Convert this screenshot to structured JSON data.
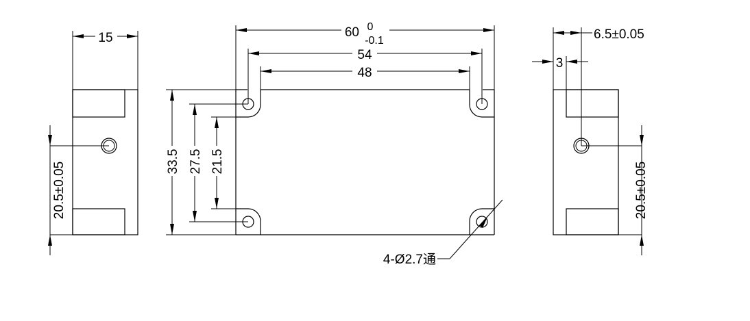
{
  "dimensions": {
    "left_width": "15",
    "left_hole_height": "20.5±0.05",
    "top_overall": "60",
    "top_overall_upper_tol": "0",
    "top_overall_lower_tol": "-0.1",
    "top_54": "54",
    "top_48": "48",
    "height_33_5": "33.5",
    "height_27_5": "27.5",
    "height_21_5": "21.5",
    "hole_callout": "4-Ø2.7通",
    "right_offset": "6.5±0.05",
    "right_3": "3",
    "right_hole_height": "20.5±0.05"
  },
  "colors": {
    "line": "#000000",
    "background": "#ffffff"
  }
}
